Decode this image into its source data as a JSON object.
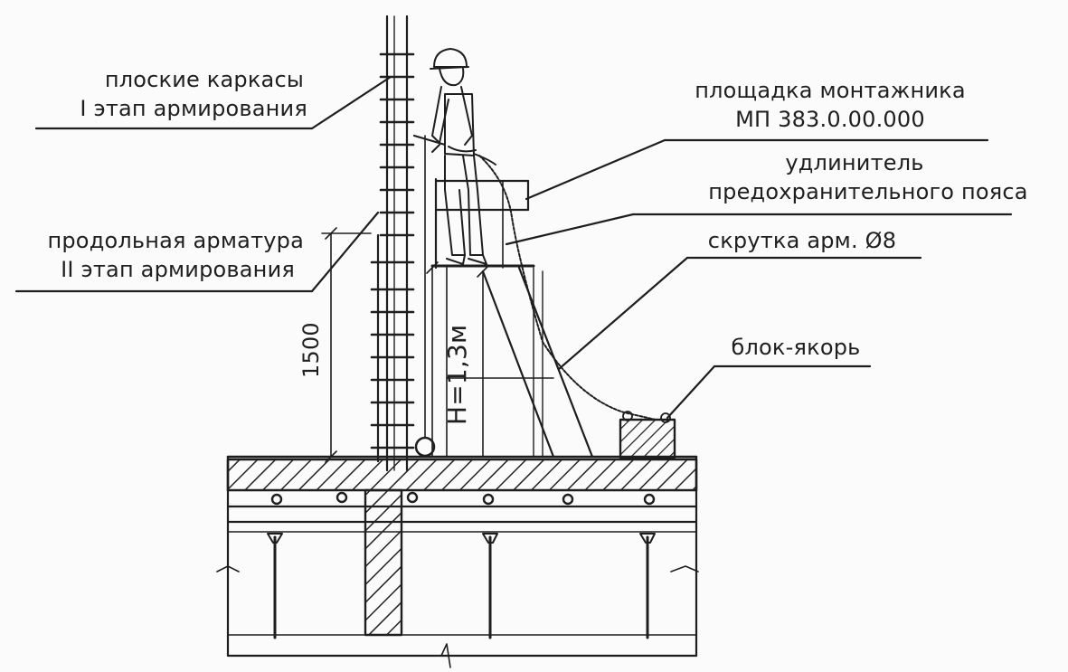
{
  "labels": {
    "flat_frames_1": "плоские каркасы",
    "flat_frames_2": "I этап армирования",
    "long_rebar_1": "продольная арматура",
    "long_rebar_2": "II этап армирования",
    "platform_1": "площадка монтажника",
    "platform_2": "МП 383.0.00.000",
    "extender_1": "удлинитель",
    "extender_2": "предохранительного пояса",
    "twist": "скрутка арм. Ø8",
    "anchor": "блок-якорь",
    "dim_1500": "1500",
    "dim_height": "H=1,3м"
  }
}
